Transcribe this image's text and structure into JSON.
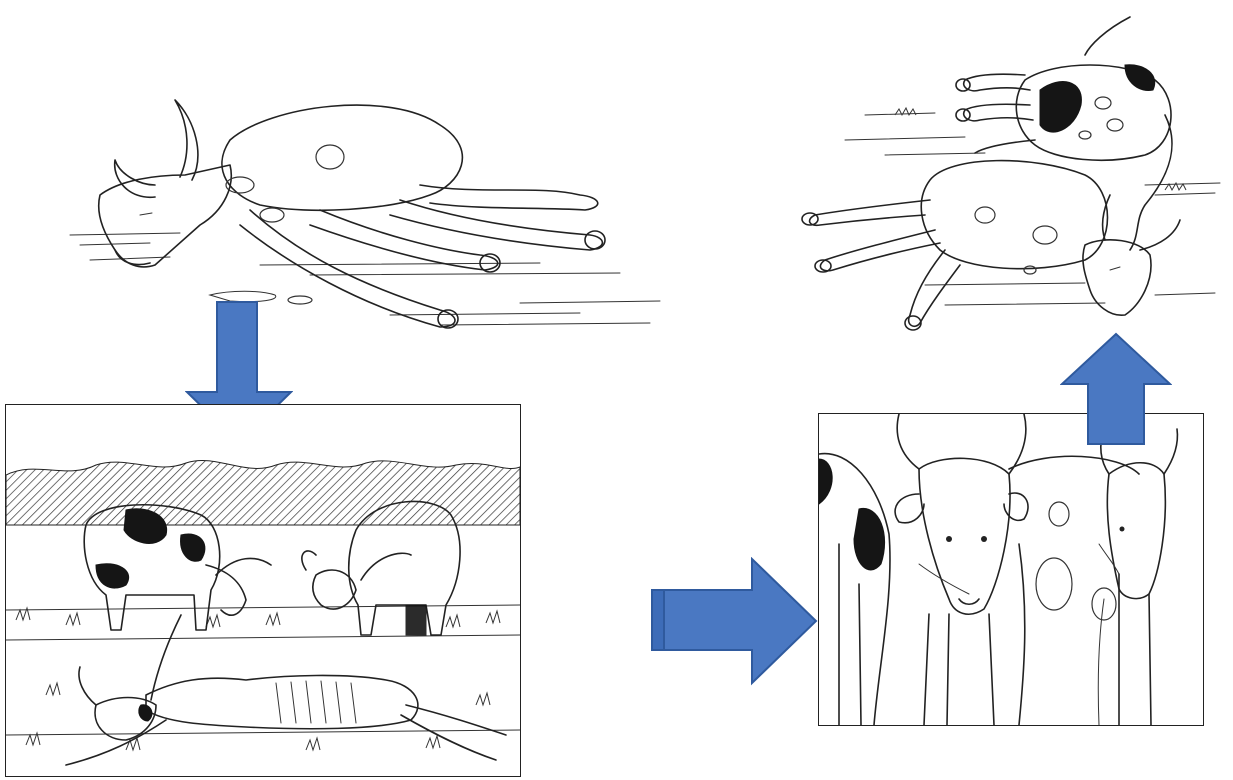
{
  "colors": {
    "arrow": "#4a78c2",
    "arrow_edge": "#2f5a9e",
    "ink": "#222222"
  },
  "panels": [
    {
      "id": "sick-cow-lying",
      "framed": false
    },
    {
      "id": "herd-grazing-with-dead-cow",
      "framed": true
    },
    {
      "id": "tethered-cattle",
      "framed": true
    },
    {
      "id": "two-dead-cows",
      "framed": false
    }
  ],
  "arrows": [
    {
      "id": "arrow-1",
      "direction": "down"
    },
    {
      "id": "arrow-2",
      "direction": "right"
    },
    {
      "id": "arrow-3",
      "direction": "up"
    }
  ]
}
